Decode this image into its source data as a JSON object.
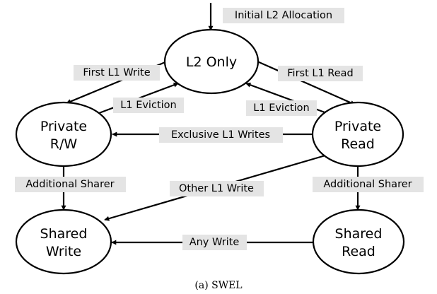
{
  "states": {
    "l2_only": [
      "L2 Only"
    ],
    "private_rw": [
      "Private",
      "R/W"
    ],
    "private_read": [
      "Private",
      "Read"
    ],
    "shared_write": [
      "Shared",
      "Write"
    ],
    "shared_read": [
      "Shared",
      "Read"
    ]
  },
  "edges": {
    "initial": "Initial L2 Allocation",
    "first_l1_write": "First L1 Write",
    "l1_eviction_left": "L1 Eviction",
    "first_l1_read": "First L1 Read",
    "l1_eviction_right": "L1 Eviction",
    "exclusive_l1_writes": "Exclusive L1 Writes",
    "additional_sharer_left": "Additional Sharer",
    "other_l1_write": "Other L1 Write",
    "additional_sharer_right": "Additional Sharer",
    "any_write": "Any Write"
  },
  "caption": "(a) SWEL"
}
